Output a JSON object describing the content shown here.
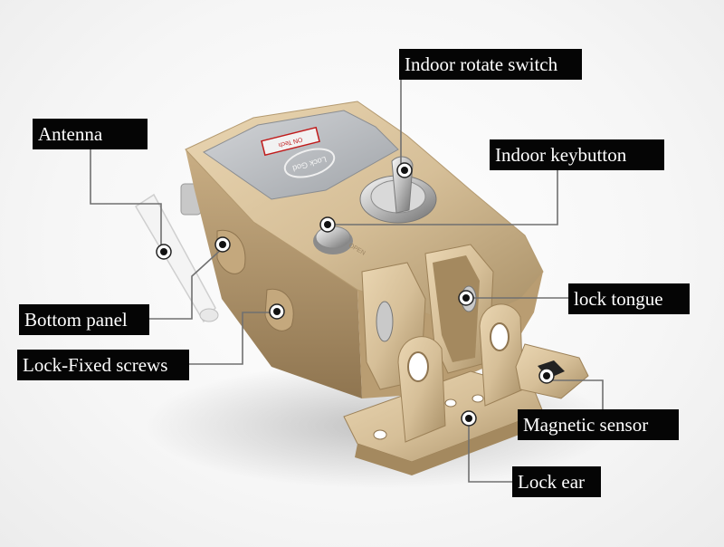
{
  "diagram": {
    "labels": {
      "antenna": "Antenna",
      "rotate_switch": "Indoor rotate switch",
      "keybutton": "Indoor keybutton",
      "lock_tongue": "lock tongue",
      "bottom_panel": "Bottom panel",
      "fixed_screws": "Lock-Fixed screws",
      "magnetic_sensor": "Magnetic sensor",
      "lock_ear": "Lock ear"
    },
    "product_plate": {
      "logo_text": "Lock God",
      "brand_text": "ON Tech",
      "open_text": "OPEN"
    },
    "colors": {
      "body": "#d6bf98",
      "body_shadow": "#a88f66",
      "plate": "#b9bcc0",
      "label_bg": "#050505",
      "label_text": "#ffffff",
      "leader": "#707070"
    }
  }
}
